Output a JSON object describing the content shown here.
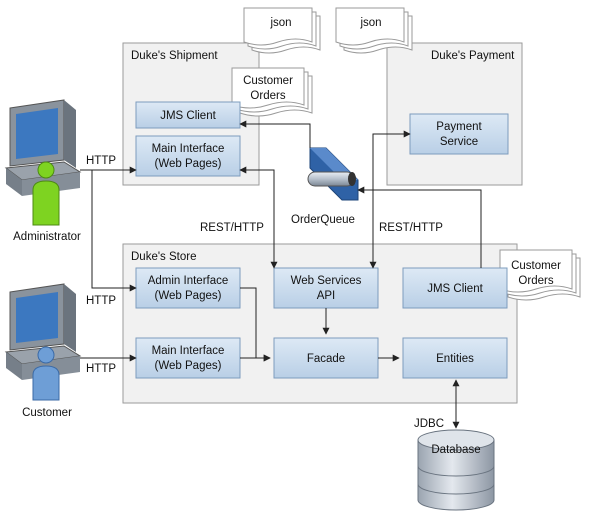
{
  "colors": {
    "container_fill": "#f1f1f1",
    "container_stroke": "#9a9a9a",
    "component_fill": "#c7d9ec",
    "component_stroke": "#7d9cbd",
    "document_fill": "#ffffff",
    "arrow": "#222222",
    "database_fill": "#b8c0ca",
    "administrator_figure": "#7ed321",
    "customer_figure": "#6e9ed6",
    "queue_fill": "#2f62a6"
  },
  "actors": {
    "administrator": "Administrator",
    "customer": "Customer"
  },
  "containers": {
    "shipment": "Duke's Shipment",
    "payment": "Duke's Payment",
    "store": "Duke's Store"
  },
  "components": {
    "shipment_jms_client": "JMS Client",
    "shipment_main_interface": [
      "Main Interface",
      "(Web Pages)"
    ],
    "payment_service": [
      "Payment",
      "Service"
    ],
    "store_admin_interface": [
      "Admin Interface",
      "(Web Pages)"
    ],
    "store_web_services_api": [
      "Web Services",
      "API"
    ],
    "store_jms_client": "JMS Client",
    "store_main_interface": [
      "Main Interface",
      "(Web Pages)"
    ],
    "store_facade": "Facade",
    "store_entities": "Entities"
  },
  "documents": {
    "json_1": "json",
    "json_2": "json",
    "customer_orders_shipment": [
      "Customer",
      "Orders"
    ],
    "customer_orders_store": [
      "Customer",
      "Orders"
    ]
  },
  "queue": "OrderQueue",
  "database": "Database",
  "edge_labels": {
    "http_admin_shipment": "HTTP",
    "http_admin_store": "HTTP",
    "http_customer_store": "HTTP",
    "rest_http_left": "REST/HTTP",
    "rest_http_right": "REST/HTTP",
    "jdbc": "JDBC"
  }
}
